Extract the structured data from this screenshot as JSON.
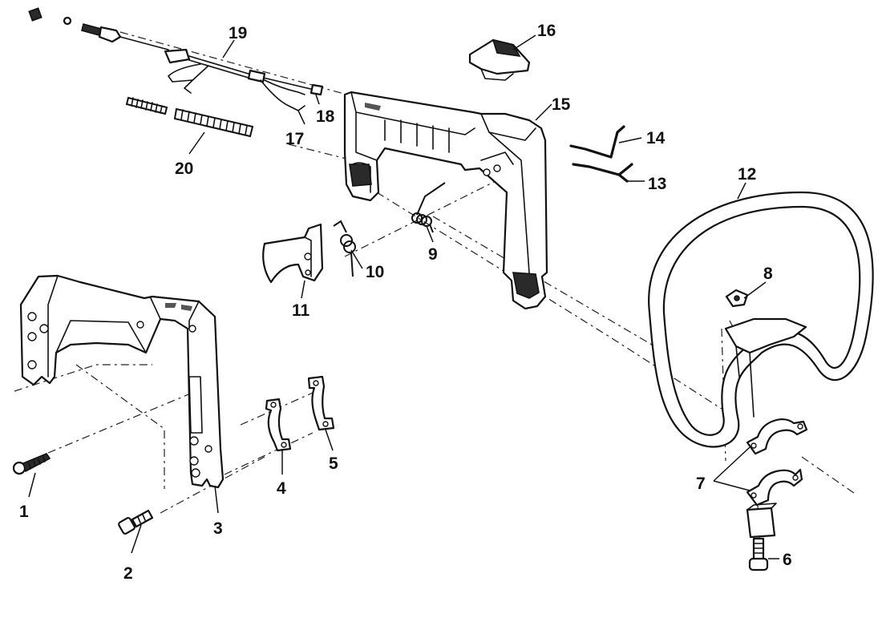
{
  "diagram": {
    "parts": [
      {
        "id": "1"
      },
      {
        "id": "2"
      },
      {
        "id": "3"
      },
      {
        "id": "4"
      },
      {
        "id": "5"
      },
      {
        "id": "6"
      },
      {
        "id": "7"
      },
      {
        "id": "8"
      },
      {
        "id": "9"
      },
      {
        "id": "10"
      },
      {
        "id": "11"
      },
      {
        "id": "12"
      },
      {
        "id": "13"
      },
      {
        "id": "14"
      },
      {
        "id": "15"
      },
      {
        "id": "16"
      },
      {
        "id": "17"
      },
      {
        "id": "18"
      },
      {
        "id": "19"
      },
      {
        "id": "20"
      }
    ]
  }
}
